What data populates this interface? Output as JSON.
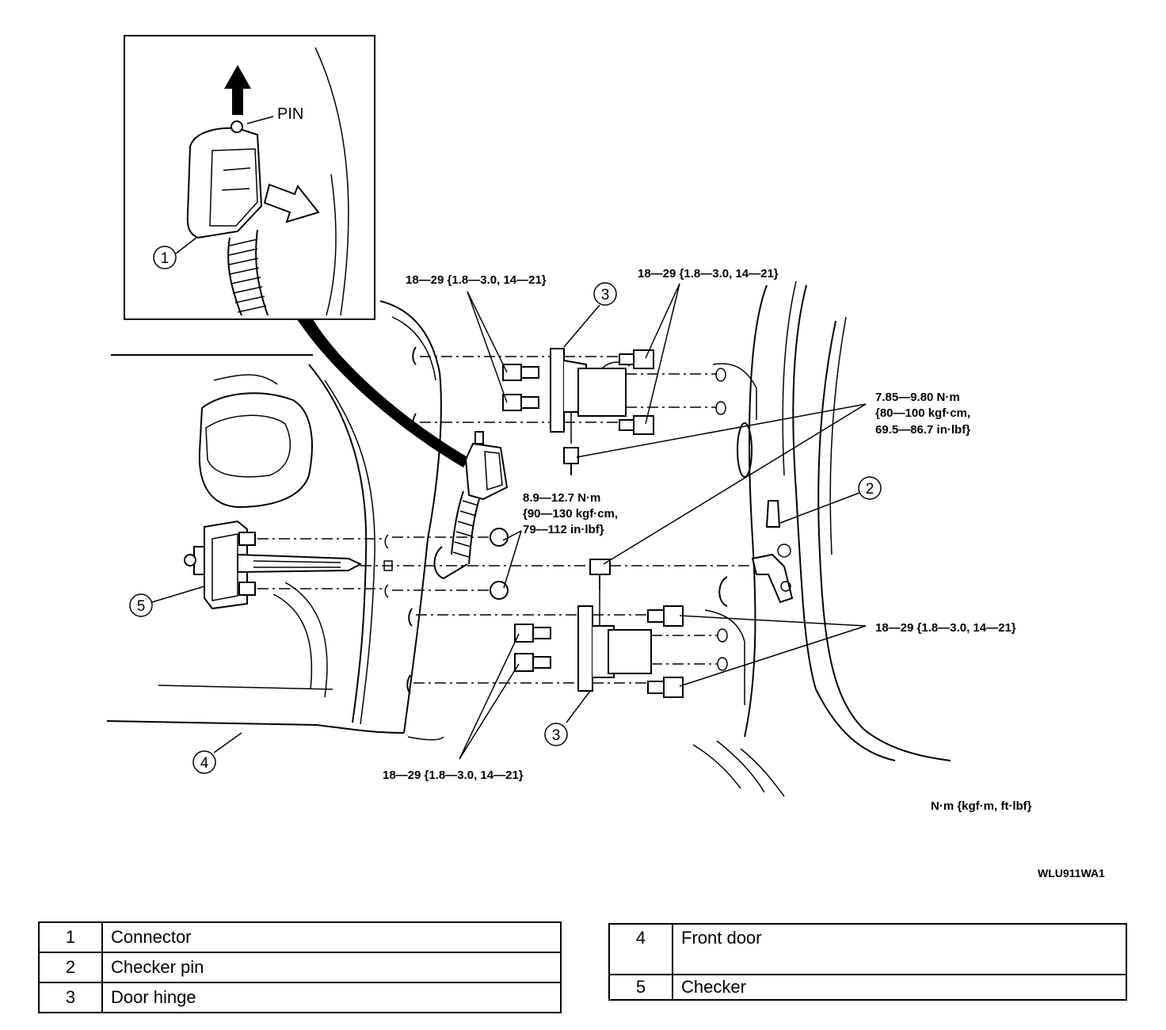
{
  "diagram": {
    "inset_label": "PIN",
    "torque_labels": {
      "hinge_upper_left": "18—29 {1.8—3.0, 14—21}",
      "hinge_upper_right": "18—29 {1.8—3.0, 14—21}",
      "checker_pin_bolt_line1": "7.85—9.80 N·m",
      "checker_pin_bolt_line2": "{80—100 kgf·cm,",
      "checker_pin_bolt_line3": "69.5—86.7 in·lbf}",
      "checker_nut_line1": "8.9—12.7 N·m",
      "checker_nut_line2": "{90—130 kgf·cm,",
      "checker_nut_line3": "79—112 in·lbf}",
      "hinge_lower_right": "18—29 {1.8—3.0, 14—21}",
      "hinge_lower_left": "18—29 {1.8—3.0, 14—21}"
    },
    "units_note": "N·m {kgf·m, ft·lbf}",
    "figure_code": "WLU911WA1",
    "callouts": {
      "c1": "1",
      "c2": "2",
      "c3_upper": "3",
      "c3_lower": "3",
      "c4": "4",
      "c5": "5"
    }
  },
  "legend_left": [
    {
      "num": "1",
      "name": "Connector"
    },
    {
      "num": "2",
      "name": "Checker pin"
    },
    {
      "num": "3",
      "name": "Door hinge"
    }
  ],
  "legend_right": [
    {
      "num": "4",
      "name": "Front door"
    },
    {
      "num": "5",
      "name": "Checker"
    }
  ]
}
